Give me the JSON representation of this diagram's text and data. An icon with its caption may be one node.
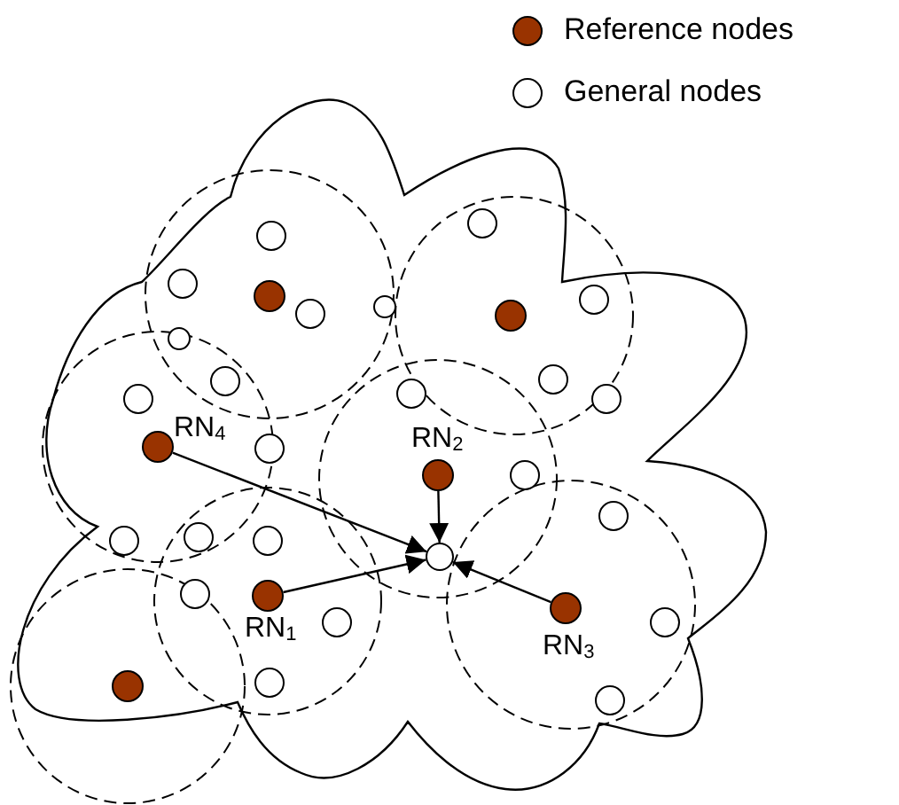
{
  "diagram": {
    "nodes": [
      {
        "text": [],
        "shape": "circle"
      },
      {
        "text": [],
        "shape": "circle"
      },
      {
        "text": [],
        "shape": "circle",
        "beside": [
          "RN$_{4}$"
        ]
      },
      {
        "text": [],
        "shape": "circle",
        "beside": [
          "RN$_{2}$"
        ]
      },
      {
        "text": [],
        "shape": "circle"
      },
      {
        "text": [],
        "shape": "circle",
        "beside": [
          "RN$_{1}$"
        ]
      },
      {
        "text": [],
        "shape": "circle",
        "beside": [
          "RN$_{3}$"
        ]
      },
      {
        "text": [],
        "shape": "circle"
      }
    ],
    "edges": [
      {
        "from": 2,
        "to": 4,
        "arrow": "to"
      },
      {
        "from": 3,
        "to": 4,
        "arrow": "to"
      },
      {
        "from": 5,
        "to": 4,
        "arrow": "to"
      },
      {
        "from": 6,
        "to": 4,
        "arrow": "to"
      }
    ],
    "legend": [
      {
        "text": "Reference nodes",
        "color": "#993300"
      },
      {
        "text": "General nodes",
        "color": "#ffffff"
      }
    ]
  }
}
